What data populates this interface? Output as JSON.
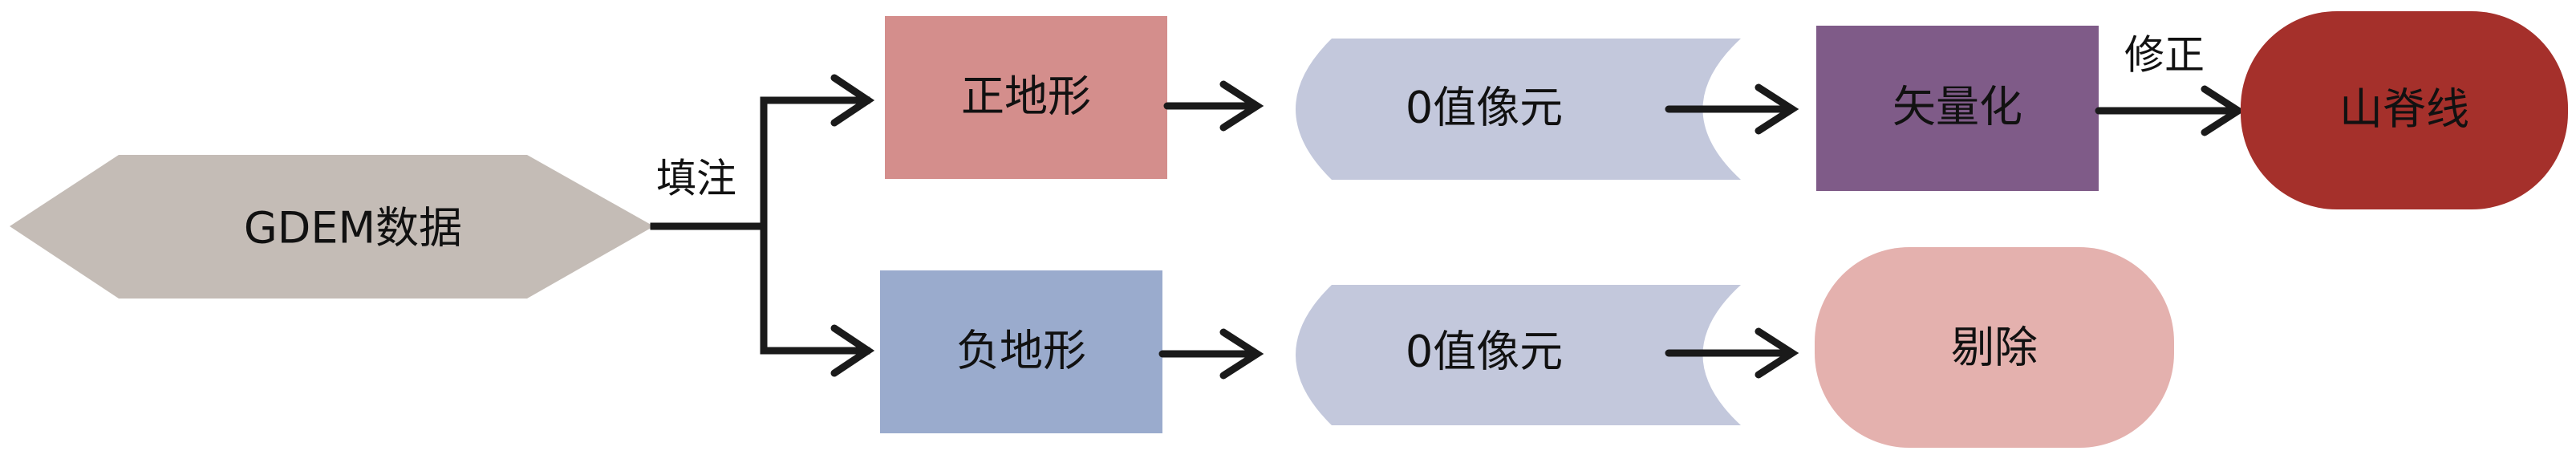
{
  "nodes": {
    "gdem": {
      "label": "GDEM数据",
      "color": "#c4bcb6"
    },
    "positive_terrain": {
      "label": "正地形",
      "color": "#d48e8c"
    },
    "negative_terrain": {
      "label": "负地形",
      "color": "#9aabcd"
    },
    "zero_pixel_top": {
      "label": "0值像元",
      "color": "#c3c8dc"
    },
    "zero_pixel_bottom": {
      "label": "0值像元",
      "color": "#c3c8dc"
    },
    "vectorize": {
      "label": "矢量化",
      "color": "#7f5b88"
    },
    "ridge_line": {
      "label": "山脊线",
      "color": "#a5302b"
    },
    "remove": {
      "label": "剔除",
      "color": "#e4b1ae"
    }
  },
  "edge_labels": {
    "fill": "填注",
    "correct": "修正"
  },
  "arrow_color": "#1a1a1a"
}
